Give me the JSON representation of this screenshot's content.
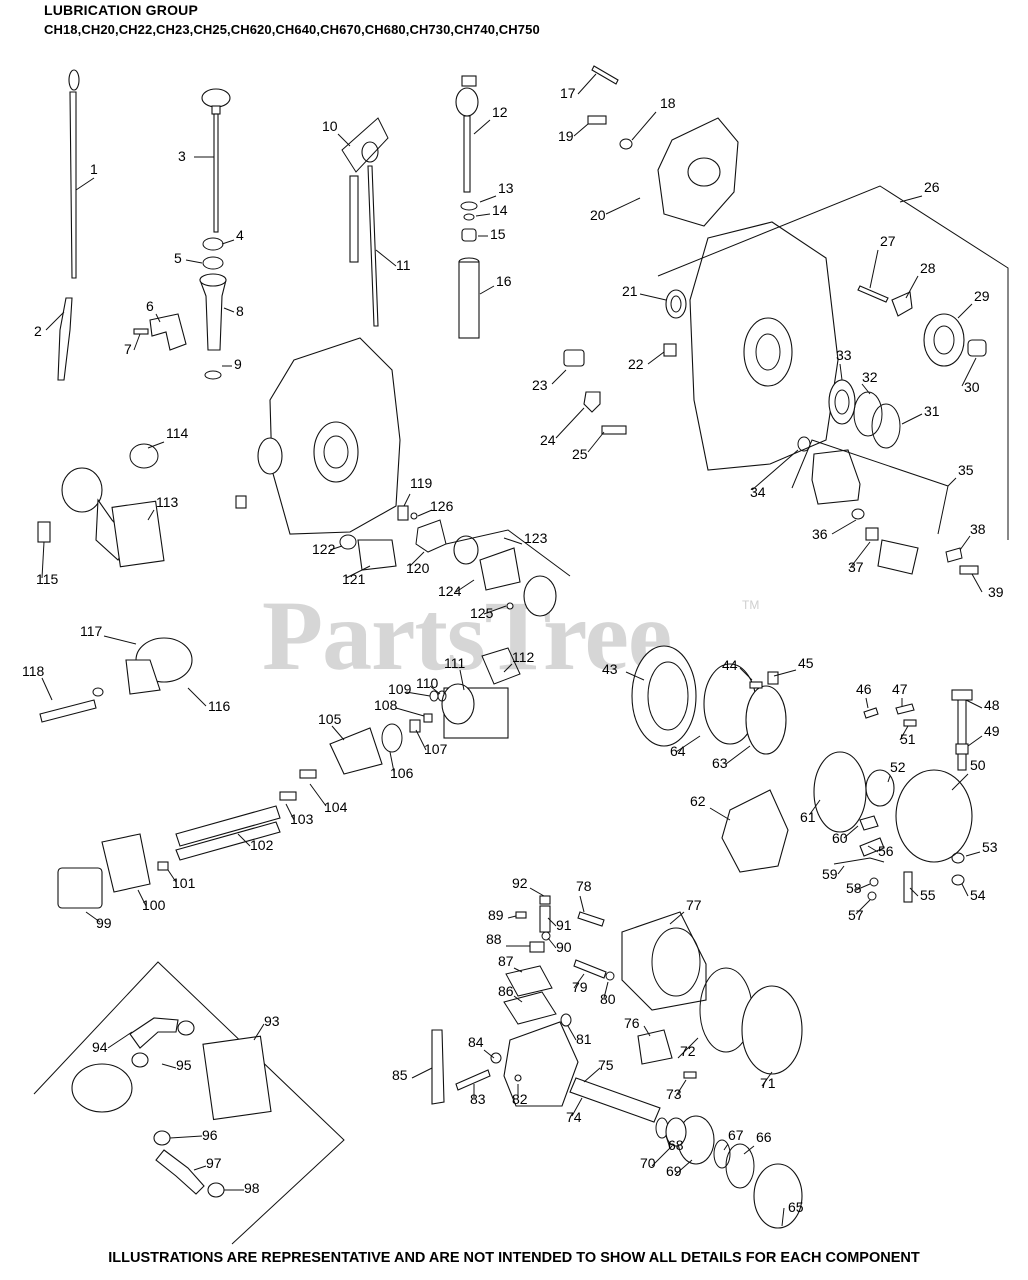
{
  "header": {
    "title": "LUBRICATION GROUP",
    "models": "CH18,CH20,CH22,CH23,CH25,CH620,CH640,CH670,CH680,CH730,CH740,CH750"
  },
  "footer": {
    "disclaimer": "ILLUSTRATIONS ARE REPRESENTATIVE AND ARE NOT INTENDED TO SHOW ALL DETAILS FOR EACH COMPONENT"
  },
  "watermark": {
    "text": "PartsTree",
    "trademark": "TM"
  },
  "callouts": [
    "1",
    "2",
    "3",
    "4",
    "5",
    "6",
    "7",
    "8",
    "9",
    "10",
    "11",
    "12",
    "13",
    "14",
    "15",
    "16",
    "17",
    "18",
    "19",
    "20",
    "21",
    "22",
    "23",
    "24",
    "25",
    "26",
    "27",
    "28",
    "29",
    "30",
    "31",
    "32",
    "33",
    "34",
    "35",
    "36",
    "37",
    "38",
    "39",
    "43",
    "44",
    "45",
    "46",
    "47",
    "48",
    "49",
    "50",
    "51",
    "52",
    "53",
    "54",
    "55",
    "56",
    "57",
    "58",
    "59",
    "60",
    "61",
    "62",
    "63",
    "64",
    "65",
    "66",
    "67",
    "68",
    "69",
    "70",
    "71",
    "72",
    "73",
    "74",
    "75",
    "76",
    "77",
    "78",
    "79",
    "80",
    "81",
    "82",
    "83",
    "84",
    "85",
    "86",
    "87",
    "88",
    "89",
    "90",
    "91",
    "92",
    "93",
    "94",
    "95",
    "96",
    "97",
    "98",
    "99",
    "100",
    "101",
    "102",
    "103",
    "104",
    "105",
    "106",
    "107",
    "108",
    "109",
    "110",
    "111",
    "112",
    "113",
    "114",
    "115",
    "116",
    "117",
    "118",
    "119",
    "120",
    "121",
    "122",
    "123",
    "124",
    "125",
    "126"
  ]
}
